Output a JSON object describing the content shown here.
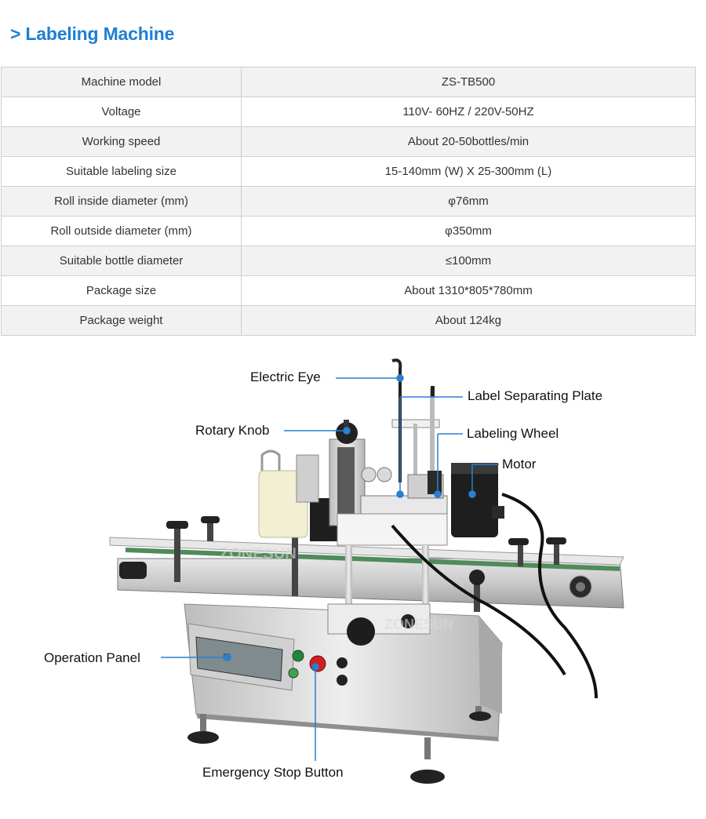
{
  "page": {
    "title": "> Labeling Machine"
  },
  "specs": [
    {
      "label": "Machine model",
      "value": "ZS-TB500"
    },
    {
      "label": "Voltage",
      "value": "110V- 60HZ / 220V-50HZ"
    },
    {
      "label": "Working speed",
      "value": "About 20-50bottles/min"
    },
    {
      "label": "Suitable labeling size",
      "value": "15-140mm (W) X 25-300mm (L)"
    },
    {
      "label": "Roll inside diameter (mm)",
      "value": "φ76mm"
    },
    {
      "label": "Roll outside diameter (mm)",
      "value": "φ350mm"
    },
    {
      "label": "Suitable bottle diameter",
      "value": "≤100mm"
    },
    {
      "label": "Package size",
      "value": "About 1310*805*780mm"
    },
    {
      "label": "Package weight",
      "value": "About 124kg"
    }
  ],
  "callouts": {
    "electric_eye": "Electric Eye",
    "label_separating_plate": "Label Separating Plate",
    "rotary_knob": "Rotary Knob",
    "labeling_wheel": "Labeling Wheel",
    "motor": "Motor",
    "operation_panel": "Operation Panel",
    "emergency_stop_button": "Emergency Stop Button"
  },
  "watermark": "ZONESUN",
  "colors": {
    "accent": "#1e7fd4",
    "row_alt": "#f2f2f2",
    "border": "#cfcfcf",
    "leader": "#2a7fd0"
  }
}
